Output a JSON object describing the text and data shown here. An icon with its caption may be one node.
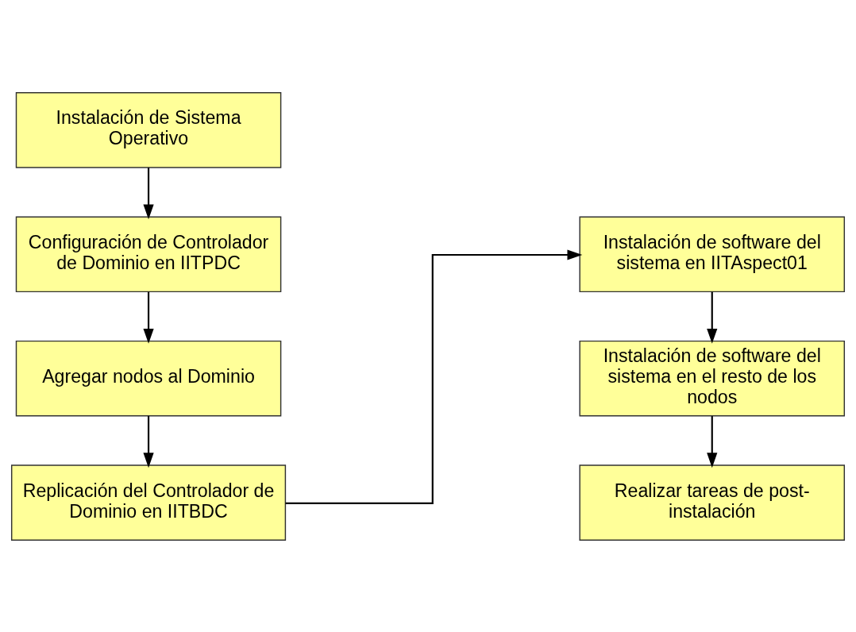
{
  "diagram": {
    "nodes": [
      {
        "text": [
          "Instalación de Sistema Operativo"
        ]
      },
      {
        "text": [
          "Configuración de Controlador de Dominio en IITPDC"
        ]
      },
      {
        "text": [
          "Agregar nodos al Dominio"
        ]
      },
      {
        "text": [
          "Replicación del Controlador de Dominio en IITBDC"
        ]
      },
      {
        "text": [
          "Instalación de software del sistema en IITAspect01"
        ]
      },
      {
        "text": [
          "Instalación de software del sistema en el resto de los nodos"
        ]
      },
      {
        "text": [
          "Realizar tareas de post-instalación"
        ]
      }
    ],
    "edges": [
      {
        "from": 0,
        "to": 1,
        "arrow": "to"
      },
      {
        "from": 1,
        "to": 2,
        "arrow": "to"
      },
      {
        "from": 2,
        "to": 3,
        "arrow": "to"
      },
      {
        "from": 3,
        "to": 4,
        "arrow": "to"
      },
      {
        "from": 4,
        "to": 5,
        "arrow": "to"
      },
      {
        "from": 5,
        "to": 6,
        "arrow": "to"
      }
    ]
  }
}
